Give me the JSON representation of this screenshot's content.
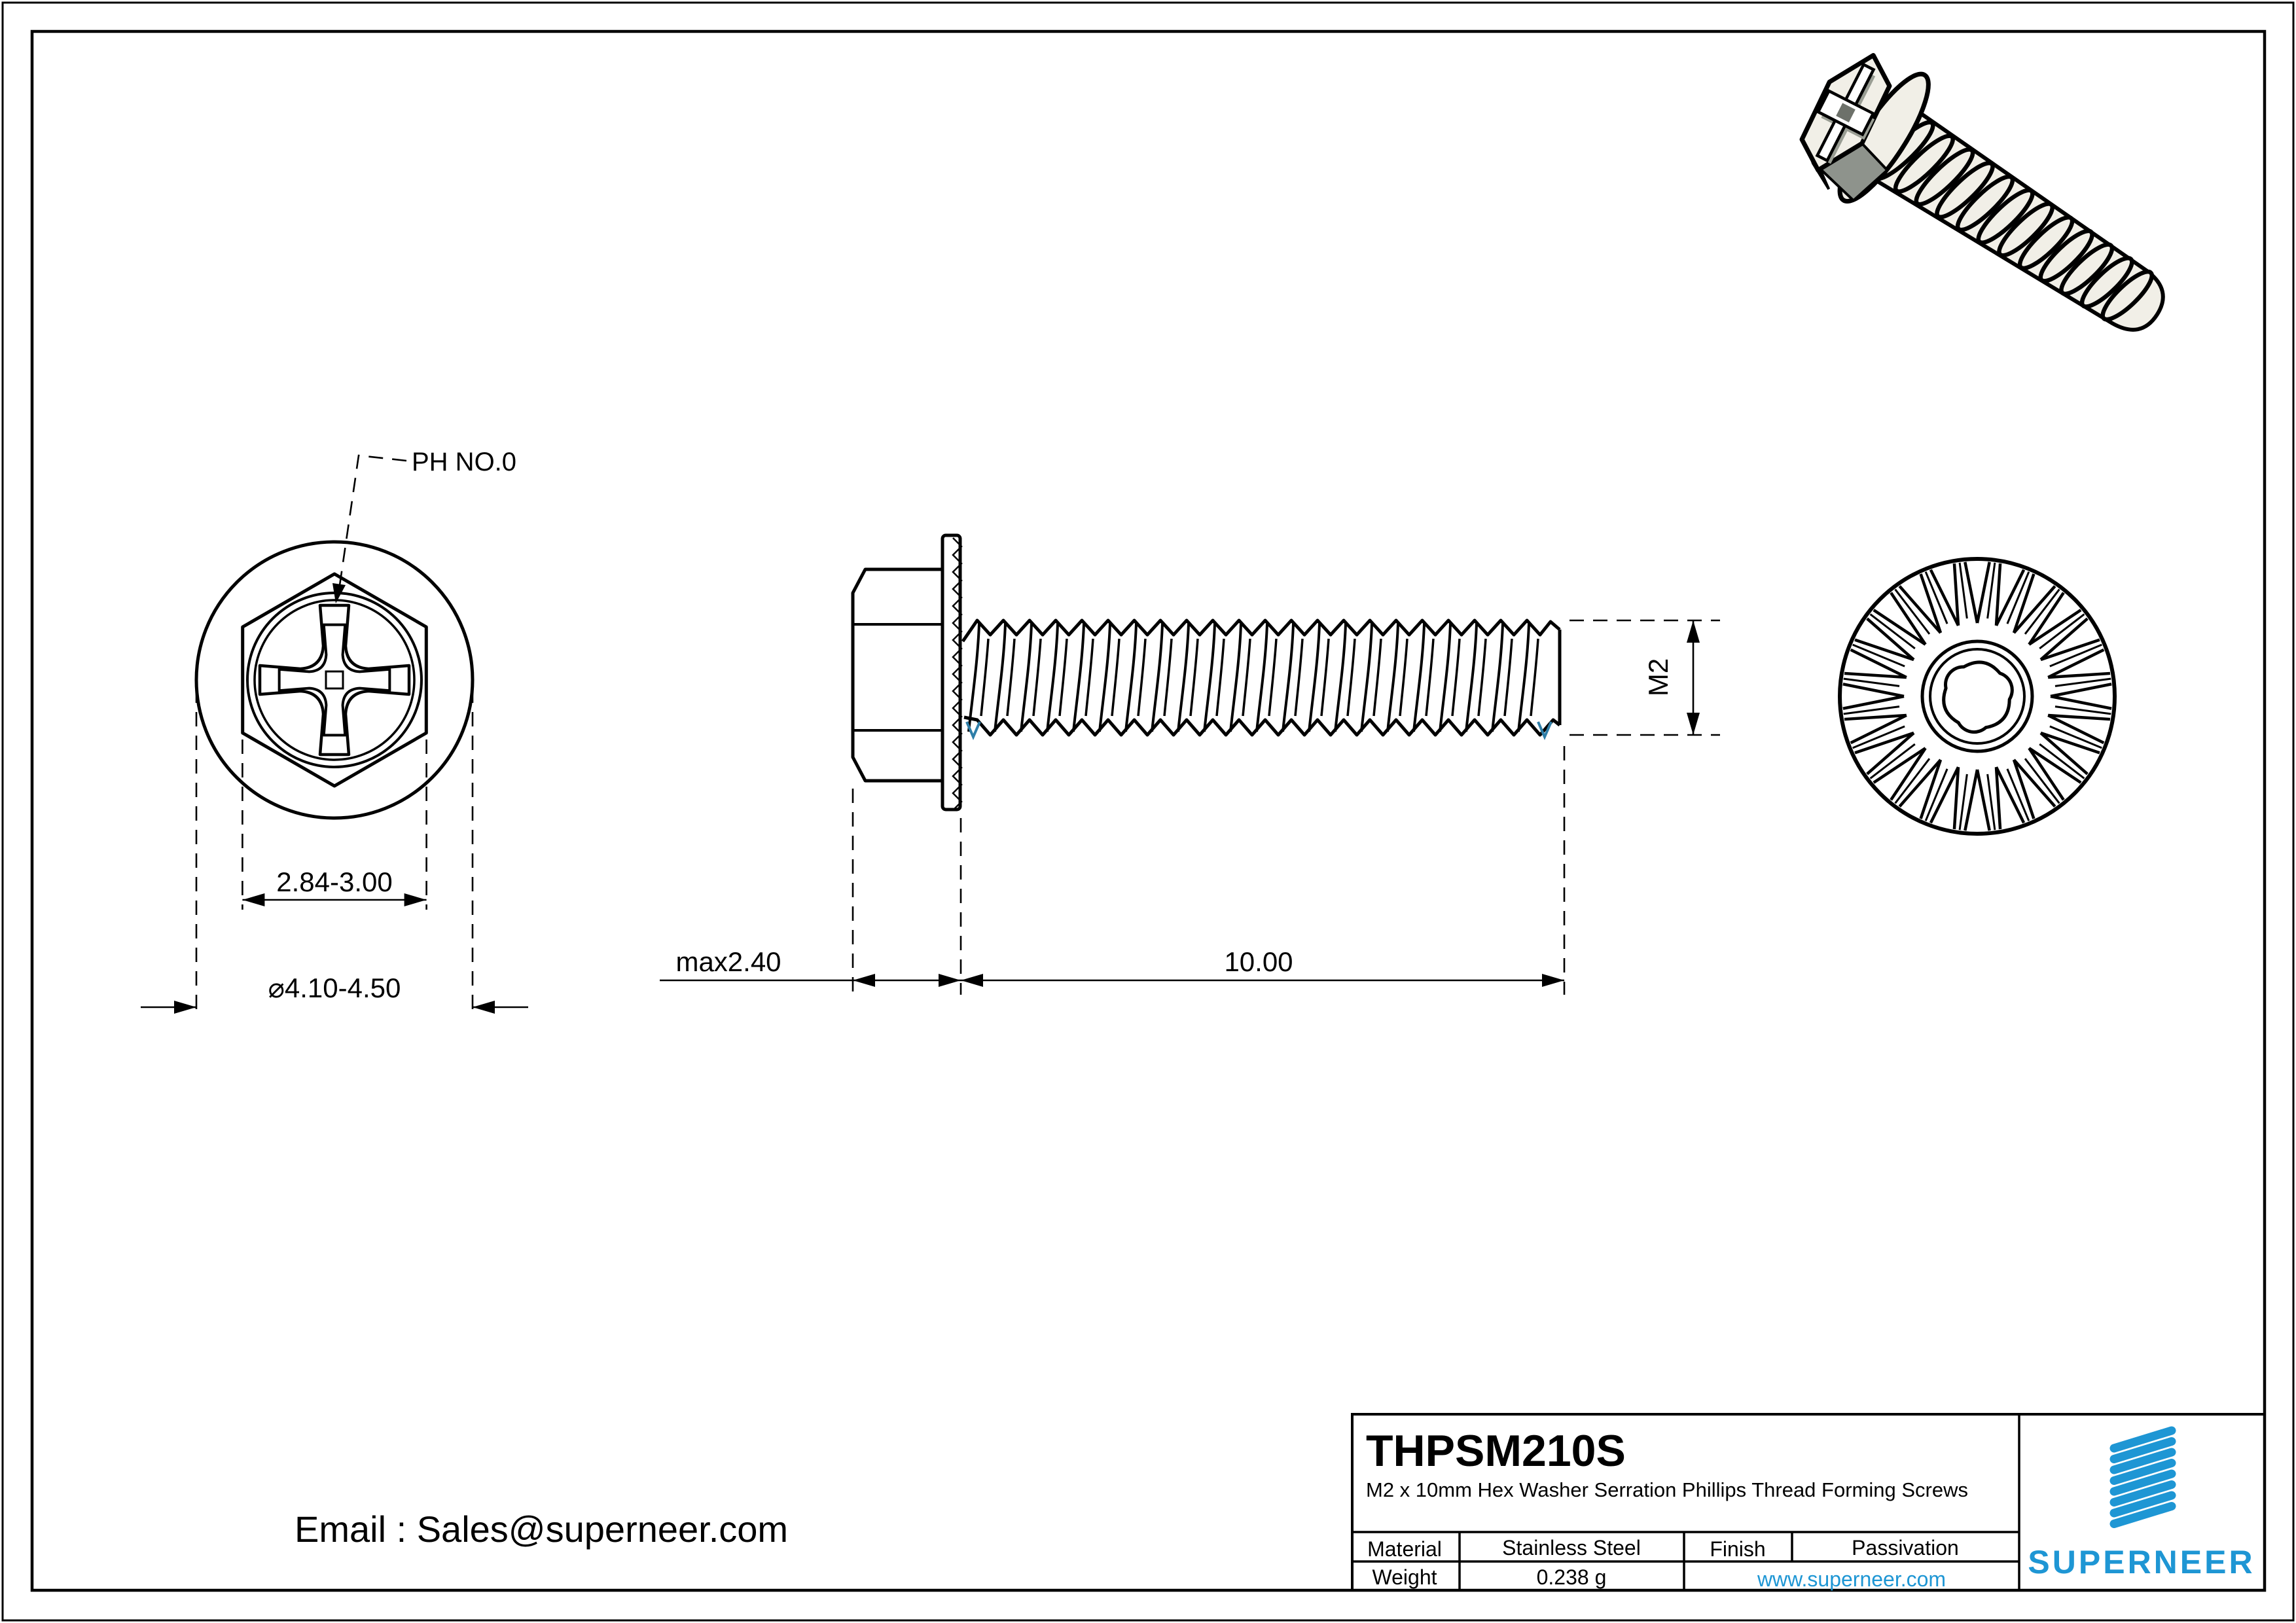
{
  "views": {
    "top": {
      "drive_label": "PH NO.0",
      "across_flats": "2.84-3.00",
      "head_diameter": "⌀4.10-4.50"
    },
    "side": {
      "head_washer_thickness": "max2.40",
      "thread_length": "10.00",
      "thread_size": "M2"
    }
  },
  "title_block": {
    "part_number": "THPSM210S",
    "description": "M2 x 10mm Hex Washer Serration Phillips Thread Forming  Screws",
    "material_label": "Material",
    "material_value": "Stainless Steel",
    "finish_label": "Finish",
    "finish_value": "Passivation",
    "weight_label": "Weight",
    "weight_value": "0.238 g",
    "website": "www.superneer.com",
    "brand": "SUPERNEER"
  },
  "contact": {
    "email": "Email : Sales@superneer.com"
  },
  "colors": {
    "accent": "#1e96d4",
    "thread_root_mark": "#2e7ea8",
    "ink": "#000000",
    "iso_body": "#f1efe7",
    "iso_facet": "#8e938c"
  }
}
